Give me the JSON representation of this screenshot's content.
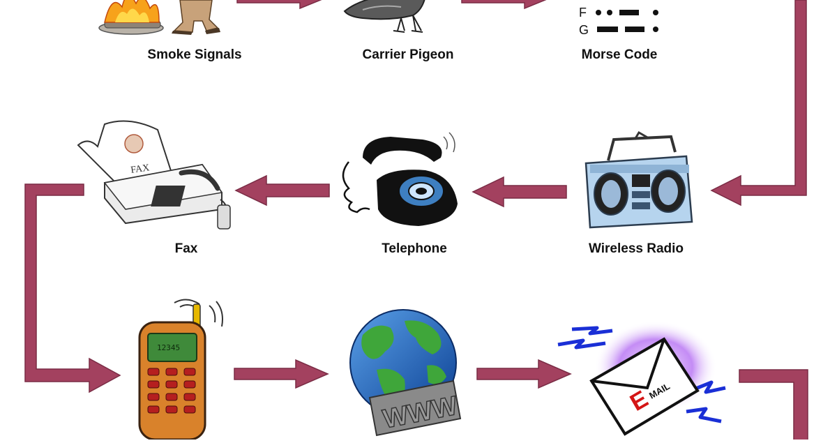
{
  "stages": [
    {
      "label": "Smoke Signals",
      "icon": "campfire-icon"
    },
    {
      "label": "Carrier Pigeon",
      "icon": "pigeon-icon"
    },
    {
      "label": "Morse Code",
      "icon": "morse-code-icon"
    },
    {
      "label": "Wireless Radio",
      "icon": "radio-icon"
    },
    {
      "label": "Telephone",
      "icon": "rotary-telephone-icon"
    },
    {
      "label": "Fax",
      "icon": "fax-machine-icon"
    },
    {
      "label": "",
      "icon": "mobile-phone-icon"
    },
    {
      "label": "",
      "icon": "globe-www-icon"
    },
    {
      "label": "",
      "icon": "email-envelope-icon"
    }
  ],
  "morse": {
    "row1_letter": "F",
    "row2_letter": "G"
  },
  "phone_screen_text": "12345",
  "www_text": "WWW",
  "email_letter": "E",
  "email_word": "MAIL",
  "fax_text": "FAX",
  "colors": {
    "arrow": "#a3415f",
    "arrow_stroke": "#7a2c45",
    "background": "#ffffff"
  }
}
